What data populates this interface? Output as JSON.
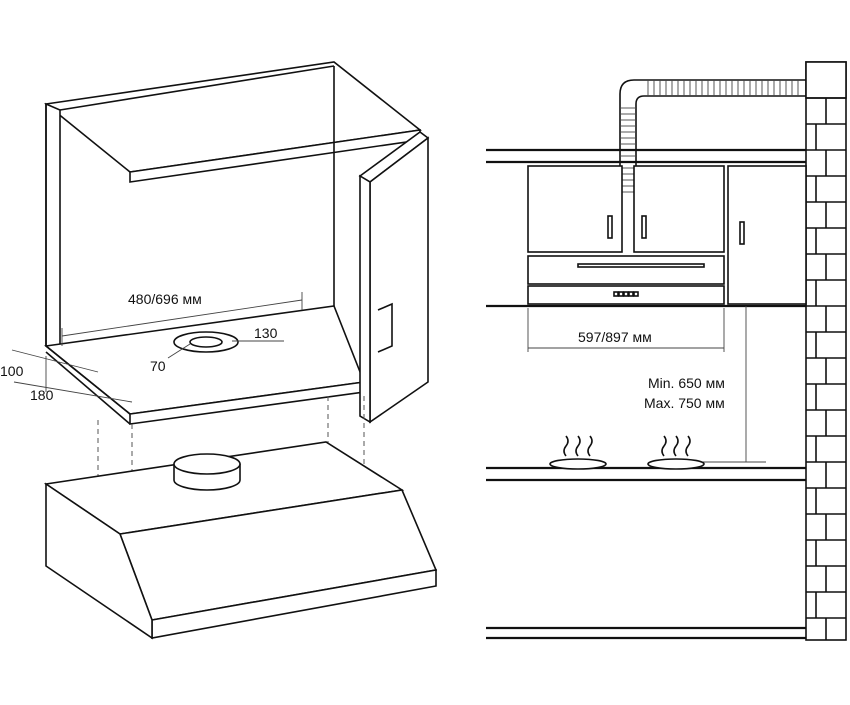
{
  "installation": {
    "cabinet_width_label": "480/696 мм",
    "cutout_outer_label": "130",
    "cutout_inner_label": "70",
    "depth_a_label": "100",
    "depth_b_label": "180"
  },
  "side_view": {
    "hood_width_label": "597/897 мм",
    "min_height_label": "Min. 650 мм",
    "max_height_label": "Max. 750 мм"
  }
}
